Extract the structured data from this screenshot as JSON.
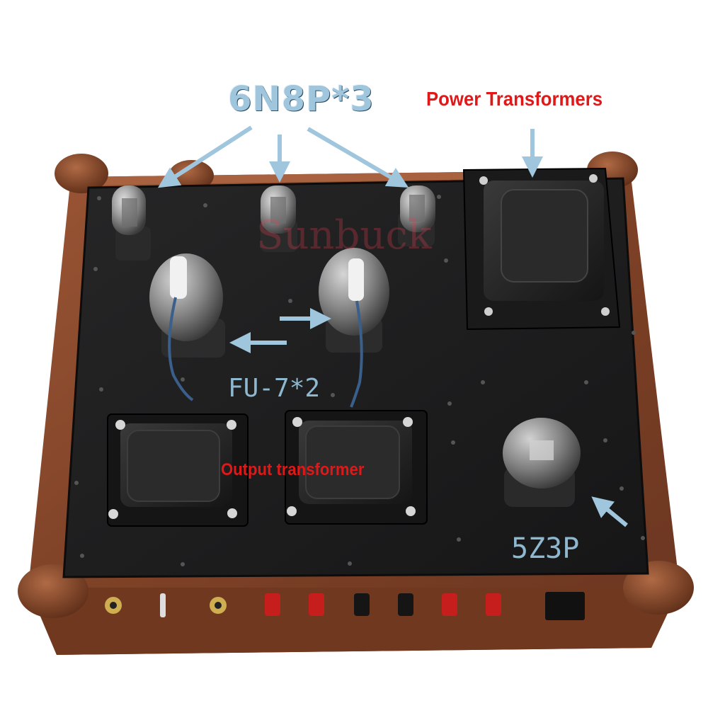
{
  "labels": {
    "preamp_tubes": "6N8P*3",
    "power_transformers": "Power Transformers",
    "power_tubes": "FU-7*2",
    "output_transformer": "Output transformer",
    "rectifier_tube": "5Z3P",
    "watermark": "Sunbuck"
  },
  "colors": {
    "arrow": "#9fc6dd",
    "label_red": "#e01818",
    "wood": "#8a4a2c",
    "plate": "#1c1c1d"
  }
}
